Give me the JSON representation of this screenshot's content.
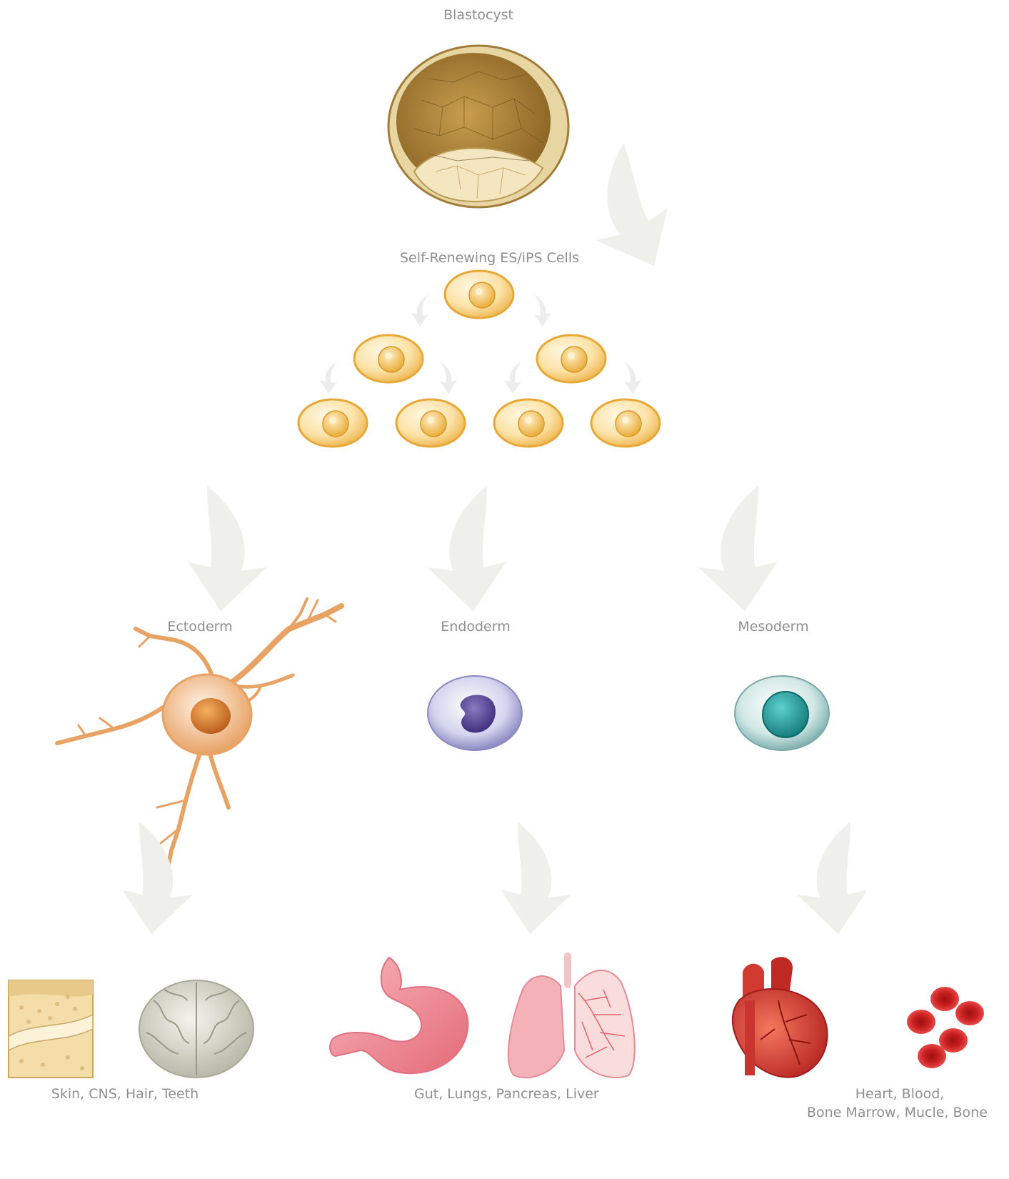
{
  "labels": {
    "blastocyst": "Blastocyst",
    "es_ips": "Self-Renewing ES/iPS Cells",
    "ectoderm": "Ectoderm",
    "endoderm": "Endoderm",
    "mesoderm": "Mesoderm",
    "ecto_tissues": "Skin, CNS, Hair, Teeth",
    "endo_tissues": "Gut, Lungs, Pancreas, Liver",
    "meso_tissues_1": "Heart, Blood,",
    "meso_tissues_2": "Bone Marrow, Mucle, Bone"
  },
  "colors": {
    "label_text": "#8f8f8f",
    "arrow_fill": "#eeeeea",
    "es_cell": "#f3c45e",
    "blastocyst": "#c49a4a",
    "neuron": "#e8a264",
    "endoderm_cell": "#5a4a9e",
    "mesoderm_cell": "#2e9a98",
    "organ_red": "#d83a3a",
    "stomach_pink": "#f08a92",
    "lung_pink": "#f2a5ac",
    "brain_grey": "#d8d8cc"
  },
  "icons": [
    "blastocyst-icon",
    "es-cell-icon",
    "neuron-icon",
    "endoderm-cell-icon",
    "mesoderm-cell-icon",
    "skin-icon",
    "brain-icon",
    "stomach-icon",
    "lungs-icon",
    "heart-icon",
    "blood-cells-icon"
  ]
}
